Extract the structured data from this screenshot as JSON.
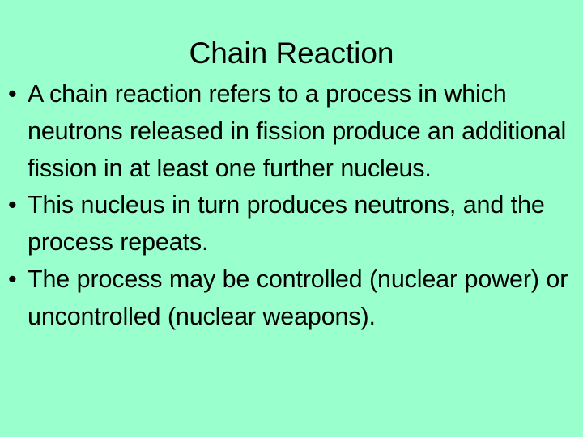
{
  "slide": {
    "title": "Chain Reaction",
    "background_color": "#99ffcc",
    "text_color": "#000000",
    "bullet_glyph": "•",
    "bullets": [
      {
        "marker": "•",
        "text": "A chain reaction refers to a process in which neutrons released in fission produce an additional fission in at least one further nucleus."
      },
      {
        "marker": "•",
        "text": "This nucleus in turn produces neutrons, and the process repeats."
      },
      {
        "marker": "•",
        "text": "The process may be controlled (nuclear power) or uncontrolled (nuclear weapons)."
      }
    ]
  }
}
